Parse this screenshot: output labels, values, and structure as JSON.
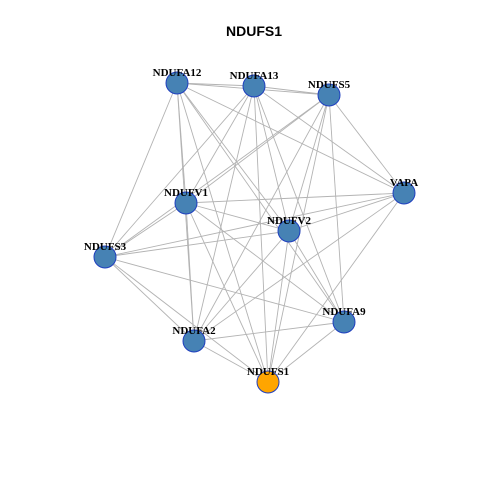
{
  "title": "NDUFS1",
  "colors": {
    "node_default": "#4682b4",
    "node_highlight": "#ffa500",
    "node_border": "#1f3fbf",
    "edge": "#b3b3b3"
  },
  "nodes": [
    {
      "id": "NDUFA12",
      "label": "NDUFA12",
      "highlight": false
    },
    {
      "id": "NDUFA13",
      "label": "NDUFA13",
      "highlight": false
    },
    {
      "id": "NDUFS5",
      "label": "NDUFS5",
      "highlight": false
    },
    {
      "id": "VAPA",
      "label": "VAPA",
      "highlight": false
    },
    {
      "id": "NDUFV1",
      "label": "NDUFV1",
      "highlight": false
    },
    {
      "id": "NDUFV2",
      "label": "NDUFV2",
      "highlight": false
    },
    {
      "id": "NDUFS3",
      "label": "NDUFS3",
      "highlight": false
    },
    {
      "id": "NDUFA9",
      "label": "NDUFA9",
      "highlight": false
    },
    {
      "id": "NDUFA2",
      "label": "NDUFA2",
      "highlight": false
    },
    {
      "id": "NDUFS1",
      "label": "NDUFS1",
      "highlight": true
    }
  ],
  "edges": [
    [
      "NDUFA12",
      "NDUFA13"
    ],
    [
      "NDUFA12",
      "NDUFS5"
    ],
    [
      "NDUFA12",
      "VAPA"
    ],
    [
      "NDUFA12",
      "NDUFV1"
    ],
    [
      "NDUFA12",
      "NDUFV2"
    ],
    [
      "NDUFA12",
      "NDUFS3"
    ],
    [
      "NDUFA12",
      "NDUFA9"
    ],
    [
      "NDUFA12",
      "NDUFA2"
    ],
    [
      "NDUFA12",
      "NDUFS1"
    ],
    [
      "NDUFA13",
      "NDUFS5"
    ],
    [
      "NDUFA13",
      "VAPA"
    ],
    [
      "NDUFA13",
      "NDUFV1"
    ],
    [
      "NDUFA13",
      "NDUFV2"
    ],
    [
      "NDUFA13",
      "NDUFS3"
    ],
    [
      "NDUFA13",
      "NDUFA9"
    ],
    [
      "NDUFA13",
      "NDUFA2"
    ],
    [
      "NDUFA13",
      "NDUFS1"
    ],
    [
      "NDUFS5",
      "VAPA"
    ],
    [
      "NDUFS5",
      "NDUFV1"
    ],
    [
      "NDUFS5",
      "NDUFV2"
    ],
    [
      "NDUFS5",
      "NDUFS3"
    ],
    [
      "NDUFS5",
      "NDUFA9"
    ],
    [
      "NDUFS5",
      "NDUFA2"
    ],
    [
      "NDUFS5",
      "NDUFS1"
    ],
    [
      "VAPA",
      "NDUFV1"
    ],
    [
      "VAPA",
      "NDUFV2"
    ],
    [
      "VAPA",
      "NDUFS3"
    ],
    [
      "VAPA",
      "NDUFA2"
    ],
    [
      "VAPA",
      "NDUFS1"
    ],
    [
      "NDUFV1",
      "NDUFV2"
    ],
    [
      "NDUFV1",
      "NDUFS3"
    ],
    [
      "NDUFV1",
      "NDUFA9"
    ],
    [
      "NDUFV1",
      "NDUFA2"
    ],
    [
      "NDUFV1",
      "NDUFS1"
    ],
    [
      "NDUFV2",
      "NDUFS3"
    ],
    [
      "NDUFV2",
      "NDUFA9"
    ],
    [
      "NDUFV2",
      "NDUFA2"
    ],
    [
      "NDUFV2",
      "NDUFS1"
    ],
    [
      "NDUFS3",
      "NDUFA9"
    ],
    [
      "NDUFS3",
      "NDUFA2"
    ],
    [
      "NDUFS3",
      "NDUFS1"
    ],
    [
      "NDUFA9",
      "NDUFA2"
    ],
    [
      "NDUFA9",
      "NDUFS1"
    ],
    [
      "NDUFA2",
      "NDUFS1"
    ]
  ]
}
